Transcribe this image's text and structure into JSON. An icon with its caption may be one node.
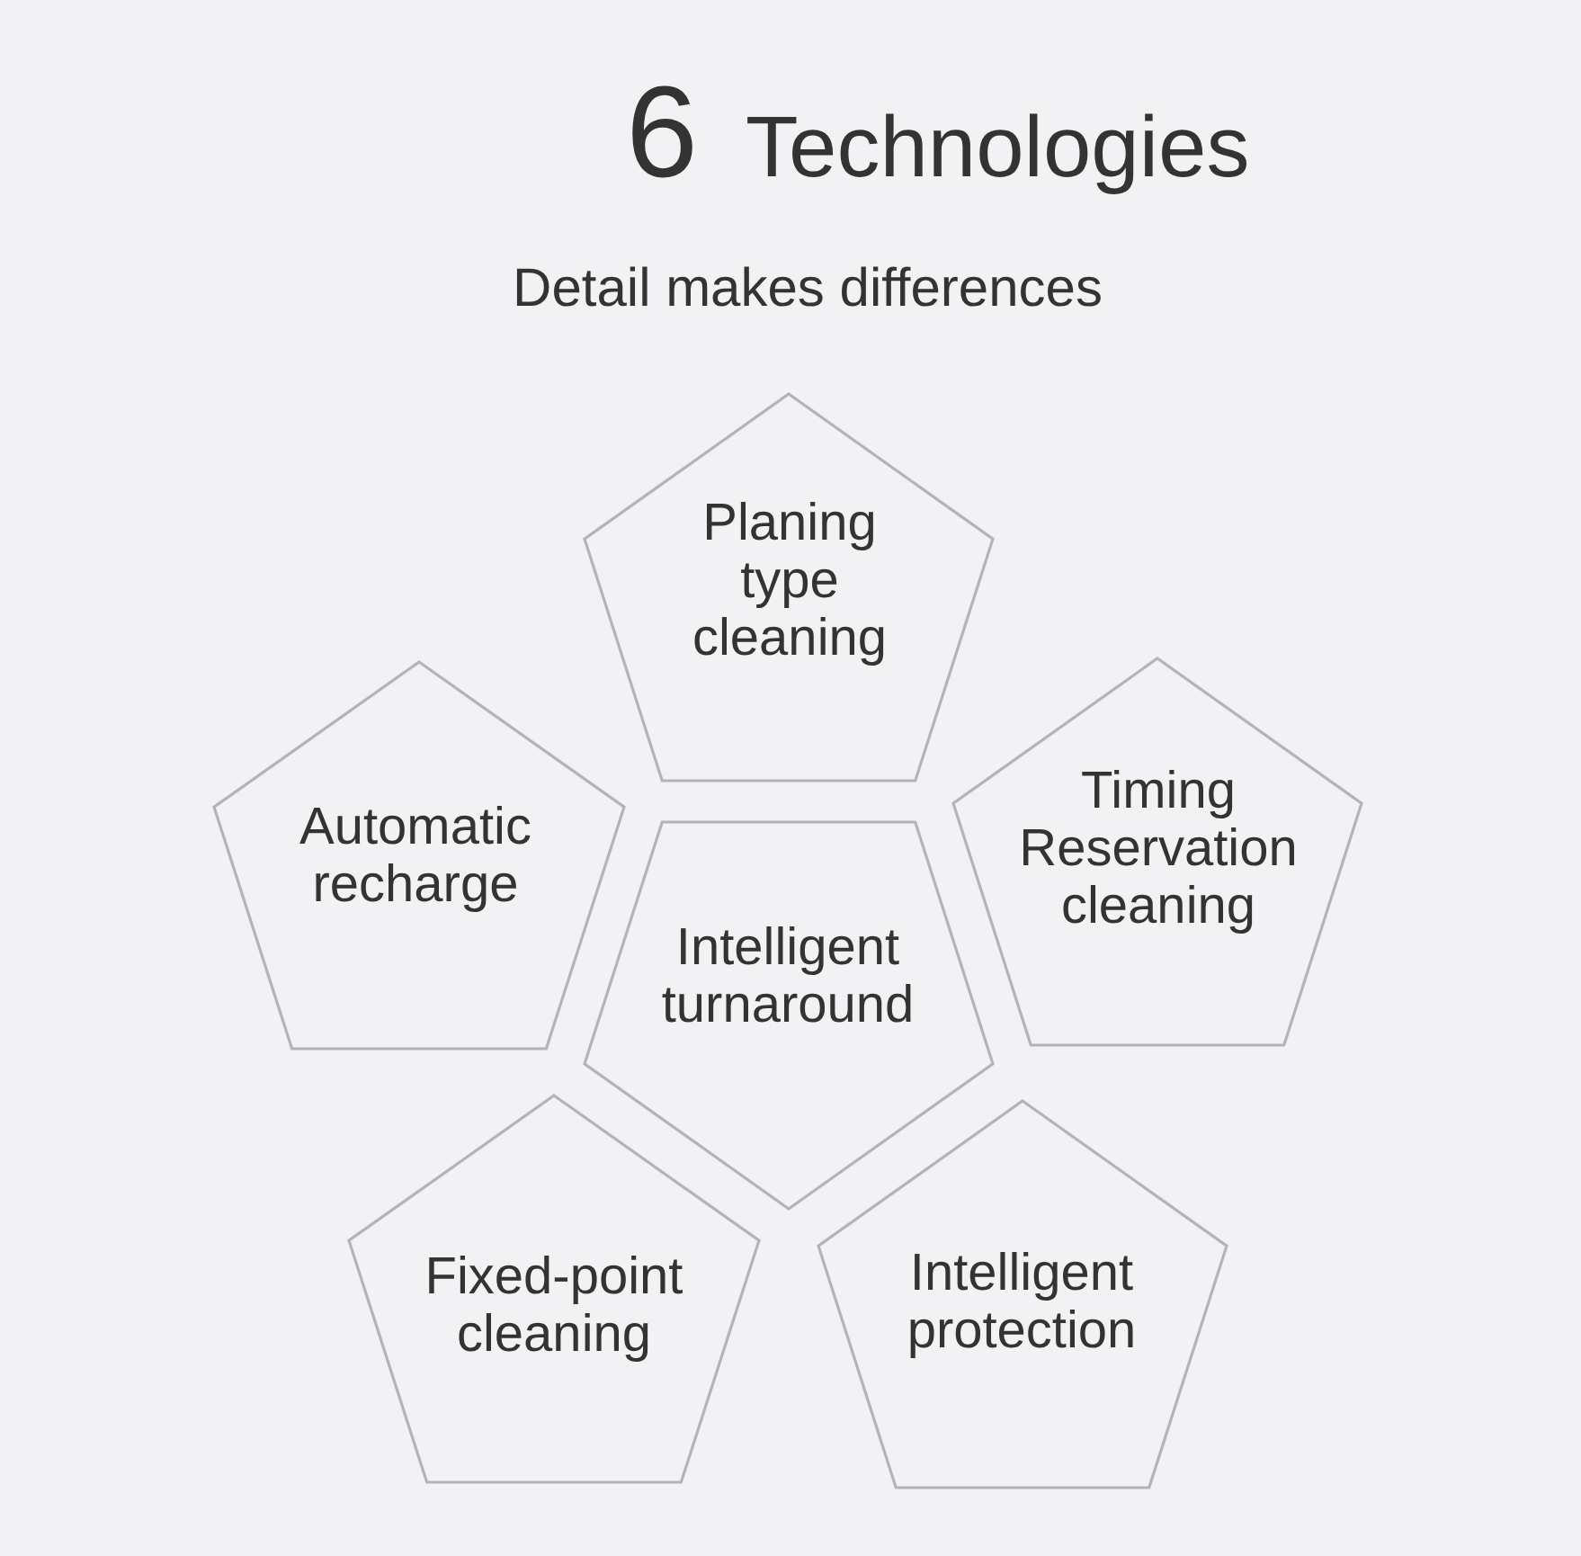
{
  "diagram": {
    "title": "6 Technologies",
    "nodes": [
      {
        "text": [
          "Planing type cleaning"
        ]
      },
      {
        "text": [
          "Automatic recharge"
        ]
      },
      {
        "text": [
          "Timing Reservation cleaning"
        ]
      },
      {
        "text": [
          "Intelligent turnaround"
        ]
      },
      {
        "text": [
          "Fixed-point cleaning"
        ]
      },
      {
        "text": [
          "Intelligent protection"
        ]
      }
    ],
    "labels": [
      "Detail makes differences"
    ]
  }
}
